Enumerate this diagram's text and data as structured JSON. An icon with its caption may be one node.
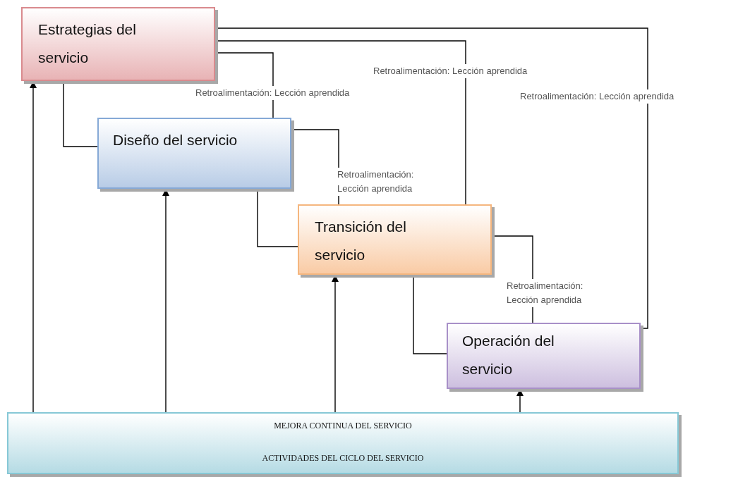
{
  "diagram": {
    "nodes": [
      {
        "text": [
          "Estrategias del servicio"
        ]
      },
      {
        "text": [
          "Diseño del servicio"
        ]
      },
      {
        "text": [
          "Transición del servicio"
        ]
      },
      {
        "text": [
          "Operación del servicio"
        ]
      },
      {
        "text": [
          "MEJORA CONTINUA DEL SERVICIO",
          "ACTIVIDADES DEL CICLO DEL SERVICIO"
        ]
      }
    ],
    "edges": [
      {
        "from": 4,
        "to": 0,
        "arrow": "to"
      },
      {
        "from": 4,
        "to": 1,
        "arrow": "to"
      },
      {
        "from": 4,
        "to": 2,
        "arrow": "to"
      },
      {
        "from": 4,
        "to": 3,
        "arrow": "to"
      },
      {
        "from": 0,
        "to": 1,
        "arrow": "none"
      },
      {
        "from": 1,
        "to": 2,
        "arrow": "none"
      },
      {
        "from": 2,
        "to": 3,
        "arrow": "none"
      },
      {
        "from": 1,
        "to": 0,
        "arrow": "none",
        "label": "Retroalimentación: Lección aprendida"
      },
      {
        "from": 2,
        "to": 0,
        "arrow": "none",
        "label": "Retroalimentación: Lección aprendida"
      },
      {
        "from": 2,
        "to": 1,
        "arrow": "none",
        "label": "Retroalimentación: Lección aprendida"
      },
      {
        "from": 3,
        "to": 2,
        "arrow": "none",
        "label": "Retroalimentación: Lección aprendida"
      },
      {
        "from": 3,
        "to": 0,
        "arrow": "none",
        "label": "Retroalimentación: Lección aprendida"
      }
    ]
  }
}
